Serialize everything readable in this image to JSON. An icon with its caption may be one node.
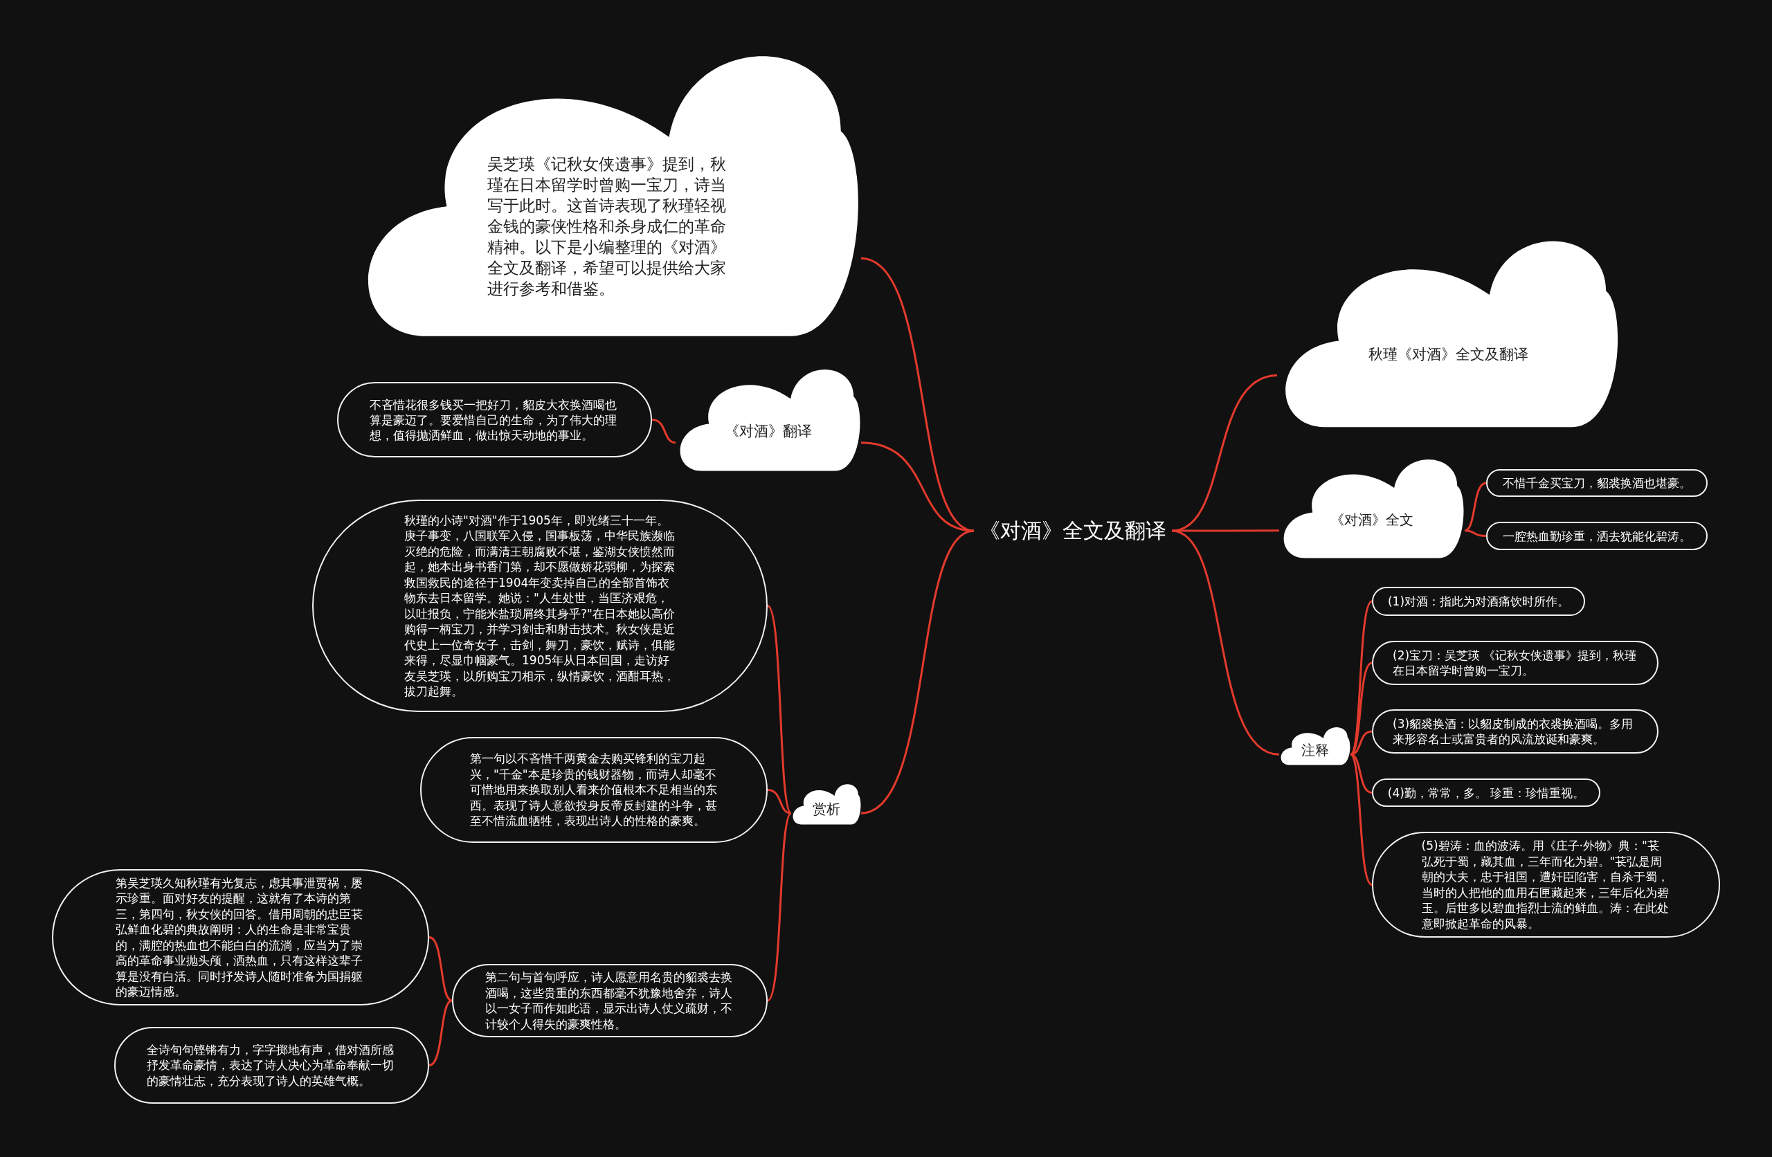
{
  "diagram": {
    "nodes": [
      {
        "text": [
          "《对酒》全文及翻译"
        ]
      },
      {
        "text": [
          "吴芝瑛《记秋女侠遗事》提到，秋瑾在日本留学时曾购一宝刀，诗当写于此时。这首诗表现了秋瑾轻视金钱的豪侠性格和杀身成仁的革命精神。以下是小编整理的《对酒》全文及翻译，希望可以提供给大家进行参考和借鉴。"
        ]
      },
      {
        "text": [
          "《对酒》翻译"
        ]
      },
      {
        "text": [
          "不吝惜花很多钱买一把好刀，貂皮大衣换酒喝也算是豪迈了。要爱惜自己的生命，为了伟大的理想，值得抛洒鲜血，做出惊天动地的事业。"
        ]
      },
      {
        "text": [
          "赏析"
        ]
      },
      {
        "text": [
          "秋瑾的小诗\"对酒\"作于1905年，即光绪三十一年。庚子事变，八国联军入侵，国事板荡，中华民族濒临灭绝的危险，而满清王朝腐败不堪，鉴湖女侠愤然而起，她本出身书香门第，却不愿做娇花弱柳，为探索救国救民的途径于1904年变卖掉自己的全部首饰衣物东去日本留学。她说：\"人生处世，当匡济艰危，以吐报负，宁能米盐琐屑终其身乎?\"在日本她以高价购得一柄宝刀，并学习剑击和射击技术。秋女侠是近代史上一位奇女子，击剑，舞刀，豪饮，赋诗，俱能来得，尽显巾帼豪气。1905年从日本回国，走访好友吴芝瑛，以所购宝刀相示，纵情豪饮，酒酣耳热，拔刀起舞。"
        ]
      },
      {
        "text": [
          "第一句以不吝惜千两黄金去购买锋利的宝刀起兴，\"千金\"本是珍贵的钱财器物，而诗人却毫不可惜地用来换取别人看来价值根本不足相当的东西。表现了诗人意欲投身反帝反封建的斗争，甚至不惜流血牺牲，表现出诗人的性格的豪爽。"
        ]
      },
      {
        "text": [
          "第二句与首句呼应，诗人愿意用名贵的貂裘去换酒喝，这些贵重的东西都毫不犹豫地舍弃，诗人以一女子而作如此语，显示出诗人仗义疏财，不计较个人得失的豪爽性格。"
        ]
      },
      {
        "text": [
          "第吴芝瑛久知秋瑾有光复志，虑其事泄贾祸，屡示珍重。面对好友的提醒，这就有了本诗的第三，第四句，秋女侠的回答。借用周朝的忠臣苌弘鲜血化碧的典故阐明：人的生命是非常宝贵的，满腔的热血也不能白白的流淌，应当为了崇高的革命事业抛头颅，洒热血，只有这样这辈子算是没有白活。同时抒发诗人随时准备为国捐躯的豪迈情感。"
        ]
      },
      {
        "text": [
          "全诗句句铿锵有力，字字掷地有声，借对酒所感抒发革命豪情，表达了诗人决心为革命奉献一切的豪情壮志，充分表现了诗人的英雄气概。"
        ]
      },
      {
        "text": [
          "秋瑾《对酒》全文及翻译"
        ]
      },
      {
        "text": [
          "《对酒》全文"
        ]
      },
      {
        "text": [
          "不惜千金买宝刀，貂裘换酒也堪豪。"
        ]
      },
      {
        "text": [
          "一腔热血勤珍重，洒去犹能化碧涛。"
        ]
      },
      {
        "text": [
          "注释"
        ]
      },
      {
        "text": [
          "(1)对酒：指此为对酒痛饮时所作。"
        ]
      },
      {
        "text": [
          "(2)宝刀：吴芝瑛 《记秋女侠遗事》提到，秋瑾在日本留学时曾购一宝刀。"
        ]
      },
      {
        "text": [
          "(3)貂裘换酒：以貂皮制成的衣裘换酒喝。多用来形容名士或富贵者的风流放诞和豪爽。"
        ]
      },
      {
        "text": [
          "(4)勤，常常，多。 珍重：珍惜重视。"
        ]
      },
      {
        "text": [
          "(5)碧涛：血的波涛。用《庄子·外物》典：\"苌弘死于蜀，藏其血，三年而化为碧。\"苌弘是周朝的大夫，忠于祖国，遭奸臣陷害，自杀于蜀，当时的人把他的血用石匣藏起来，三年后化为碧玉。后世多以碧血指烈士流的鲜血。涛：在此处意即掀起革命的风暴。"
        ]
      }
    ],
    "edges": [
      {
        "from": 0,
        "to": 1,
        "arrow": "none"
      },
      {
        "from": 0,
        "to": 2,
        "arrow": "none"
      },
      {
        "from": 2,
        "to": 3,
        "arrow": "none"
      },
      {
        "from": 0,
        "to": 4,
        "arrow": "none"
      },
      {
        "from": 4,
        "to": 5,
        "arrow": "none"
      },
      {
        "from": 4,
        "to": 6,
        "arrow": "none"
      },
      {
        "from": 4,
        "to": 7,
        "arrow": "none"
      },
      {
        "from": 7,
        "to": 8,
        "arrow": "none"
      },
      {
        "from": 7,
        "to": 9,
        "arrow": "none"
      },
      {
        "from": 0,
        "to": 10,
        "arrow": "none"
      },
      {
        "from": 0,
        "to": 11,
        "arrow": "none"
      },
      {
        "from": 11,
        "to": 12,
        "arrow": "none"
      },
      {
        "from": 11,
        "to": 13,
        "arrow": "none"
      },
      {
        "from": 0,
        "to": 14,
        "arrow": "none"
      },
      {
        "from": 14,
        "to": 15,
        "arrow": "none"
      },
      {
        "from": 14,
        "to": 16,
        "arrow": "none"
      },
      {
        "from": 14,
        "to": 17,
        "arrow": "none"
      },
      {
        "from": 14,
        "to": 18,
        "arrow": "none"
      },
      {
        "from": 14,
        "to": 19,
        "arrow": "none"
      }
    ]
  }
}
